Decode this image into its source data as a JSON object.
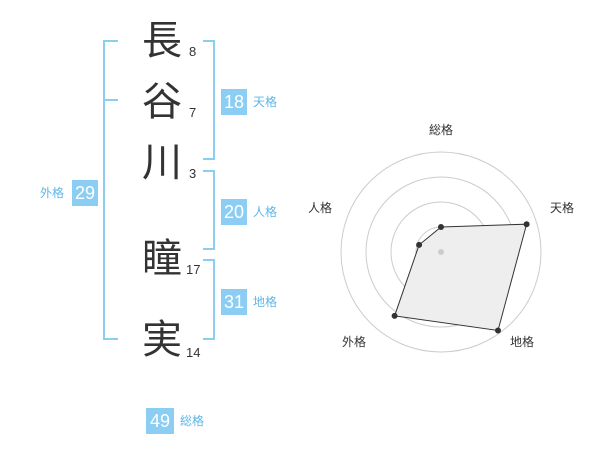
{
  "name_chars": [
    {
      "char": "長",
      "strokes": "8"
    },
    {
      "char": "谷",
      "strokes": "7"
    },
    {
      "char": "川",
      "strokes": "3"
    },
    {
      "char": "瞳",
      "strokes": "17"
    },
    {
      "char": "実",
      "strokes": "14"
    }
  ],
  "fortune": {
    "tenkaku": {
      "value": "18",
      "label": "天格"
    },
    "jinkaku": {
      "value": "20",
      "label": "人格"
    },
    "chikaku": {
      "value": "31",
      "label": "地格"
    },
    "gaikaku": {
      "value": "29",
      "label": "外格"
    },
    "soukaku": {
      "value": "49",
      "label": "総格"
    }
  },
  "colors": {
    "accent": "#8ccdf3",
    "accent_text": "#5fb6e8",
    "text": "#333333",
    "grid": "#cccccc",
    "fill": "#eeeeee"
  },
  "chart_data": {
    "type": "radar",
    "axes": [
      "総格",
      "天格",
      "地格",
      "外格",
      "人格"
    ],
    "values": [
      0.25,
      0.9,
      0.97,
      0.79,
      0.23
    ],
    "rings": 4,
    "range": [
      0,
      1
    ]
  }
}
